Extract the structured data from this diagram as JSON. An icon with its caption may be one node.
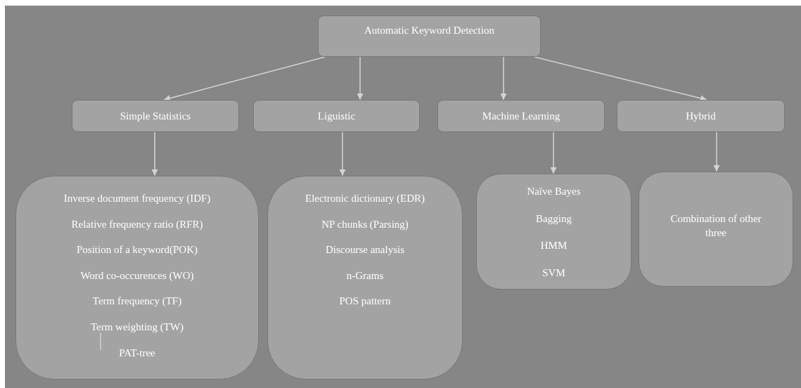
{
  "diagram": {
    "nodes": [
      {
        "text": [
          "Automatic Keyword Detection"
        ]
      },
      {
        "text": [
          "Simple Statistics"
        ]
      },
      {
        "text": [
          "Liguistic"
        ]
      },
      {
        "text": [
          "Machine Learning"
        ]
      },
      {
        "text": [
          "Hybrid"
        ]
      },
      {
        "text": [
          "Inverse document frequency (IDF)",
          "Relative frequency ratio (RFR)",
          "Position of a keyword(POK)",
          "Word co-occurences (WO)",
          "Term frequency (TF)",
          "Term weighting (TW)",
          "PAT-tree"
        ]
      },
      {
        "text": [
          "Electronic dictionary (EDR)",
          "NP chunks (Parsing)",
          "Discourse analysis",
          "n-Grams",
          "POS pattern"
        ]
      },
      {
        "text": [
          "Naïve Bayes",
          "Bagging",
          "HMM",
          "SVM"
        ]
      },
      {
        "text": [
          "Combination of other three"
        ]
      }
    ],
    "edges": [
      {
        "from": 0,
        "to": 1,
        "arrow": "to"
      },
      {
        "from": 0,
        "to": 2,
        "arrow": "to"
      },
      {
        "from": 0,
        "to": 3,
        "arrow": "to"
      },
      {
        "from": 0,
        "to": 4,
        "arrow": "to"
      },
      {
        "from": 1,
        "to": 5,
        "arrow": "to"
      },
      {
        "from": 2,
        "to": 6,
        "arrow": "to"
      },
      {
        "from": 3,
        "to": 7,
        "arrow": "to"
      },
      {
        "from": 4,
        "to": 8,
        "arrow": "to"
      }
    ]
  }
}
